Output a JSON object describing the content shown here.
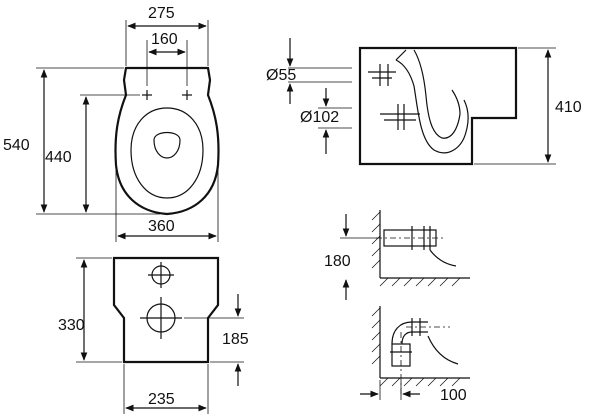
{
  "top_view": {
    "width_overall": "275",
    "width_fixing": "160",
    "length_overall": "540",
    "length_fixing": "440",
    "width_bowl": "360"
  },
  "side_view": {
    "diam_inlet": "Ø55",
    "diam_outlet": "Ø102",
    "height": "410"
  },
  "rear_view": {
    "height_total": "330",
    "height_outlet": "185",
    "width_base": "235"
  },
  "detail_views": {
    "outlet_height": "180",
    "wall_distance": "100"
  }
}
